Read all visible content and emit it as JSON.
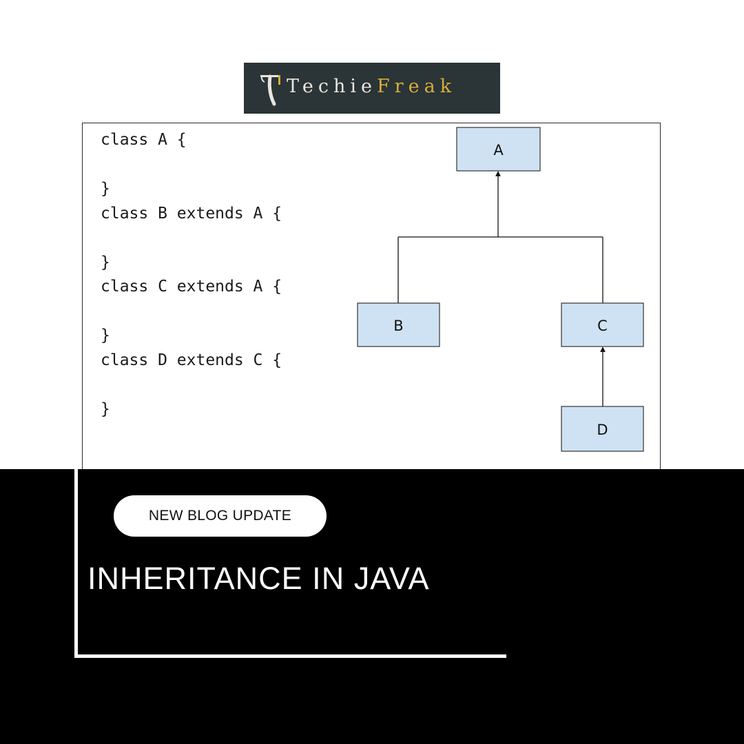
{
  "logo": {
    "text_part1": "Techie",
    "text_part2": "Freak",
    "colors": {
      "background": "#2b3436",
      "text": "#e9e6df",
      "accent": "#d8ad3b"
    }
  },
  "code": {
    "lines": [
      "class A {",
      "",
      "}",
      "class B extends A {",
      "",
      "}",
      "class C extends A {",
      "",
      "}",
      "class D extends C {",
      "",
      "}"
    ]
  },
  "diagram": {
    "nodes": {
      "a": "A",
      "b": "B",
      "c": "C",
      "d": "D"
    },
    "box_fill": "#cfe2f3"
  },
  "banner": {
    "badge": "NEW BLOG UPDATE",
    "title": "INHERITANCE IN JAVA"
  }
}
